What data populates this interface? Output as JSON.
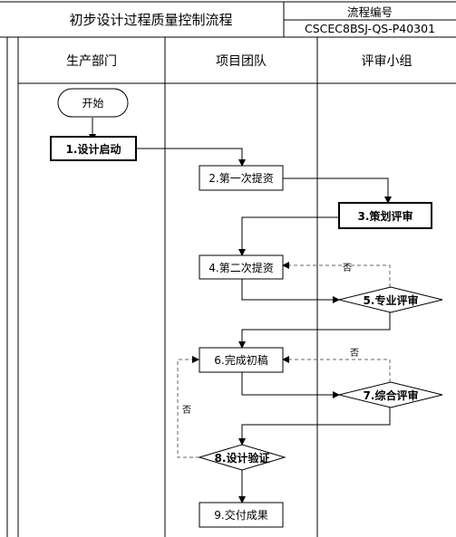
{
  "header": {
    "title": "初步设计过程质量控制流程",
    "doc_no_label": "流程编号",
    "doc_no_value": "CSCEC8BSJ-QS-P40301"
  },
  "lanes": {
    "production": "生产部门",
    "project_team": "项目团队",
    "review_group": "评审小组"
  },
  "nodes": {
    "start": "开始",
    "n1": "1.设计启动",
    "n2": "2.第一次提资",
    "n3": "3.策划评审",
    "n4": "4.第二次提资",
    "n5": "5.专业评审",
    "n6": "6.完成初稿",
    "n7": "7.综合评审",
    "n8": "8.设计验证",
    "n9": "9.交付成果"
  },
  "edge_labels": {
    "no_5": "否",
    "no_7": "否",
    "no_8": "否"
  }
}
